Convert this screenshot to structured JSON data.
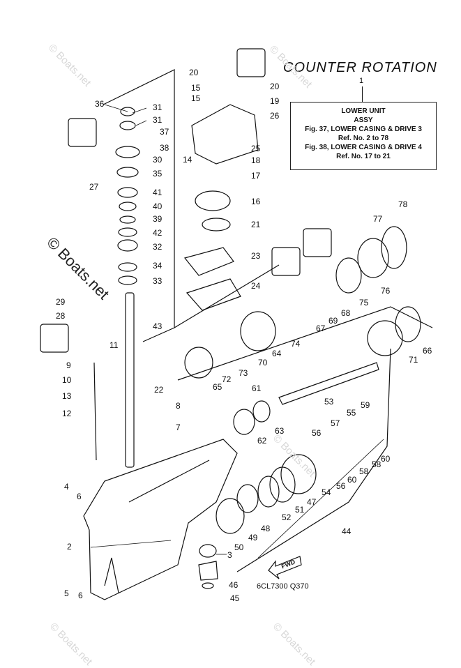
{
  "title": "COUNTER ROTATION",
  "assembly": {
    "ref_number": "1",
    "name_line1": "LOWER UNIT",
    "name_line2": "ASSY",
    "fig1": "Fig. 37, LOWER CASING & DRIVE 3",
    "fig1_ref": "Ref. No. 2 to 78",
    "fig2": "Fig. 38, LOWER CASING & DRIVE 4",
    "fig2_ref": "Ref. No. 17 to 21"
  },
  "watermark": "© Boats.net",
  "part_code": "6CL7300 Q370",
  "fwd_label": "FWD",
  "callouts": [
    "2",
    "3",
    "4",
    "5",
    "6",
    "6",
    "7",
    "8",
    "9",
    "10",
    "11",
    "12",
    "13",
    "14",
    "15",
    "15",
    "16",
    "17",
    "18",
    "19",
    "20",
    "20",
    "21",
    "22",
    "23",
    "24",
    "25",
    "26",
    "27",
    "28",
    "29",
    "30",
    "31",
    "31",
    "32",
    "33",
    "34",
    "35",
    "36",
    "37",
    "38",
    "39",
    "40",
    "41",
    "42",
    "43",
    "44",
    "45",
    "46",
    "47",
    "48",
    "49",
    "50",
    "51",
    "52",
    "53",
    "54",
    "55",
    "56",
    "56",
    "57",
    "58",
    "58",
    "59",
    "60",
    "60",
    "61",
    "62",
    "63",
    "64",
    "65",
    "66",
    "67",
    "68",
    "69",
    "70",
    "71",
    "72",
    "73",
    "74",
    "75",
    "76",
    "77",
    "78"
  ]
}
